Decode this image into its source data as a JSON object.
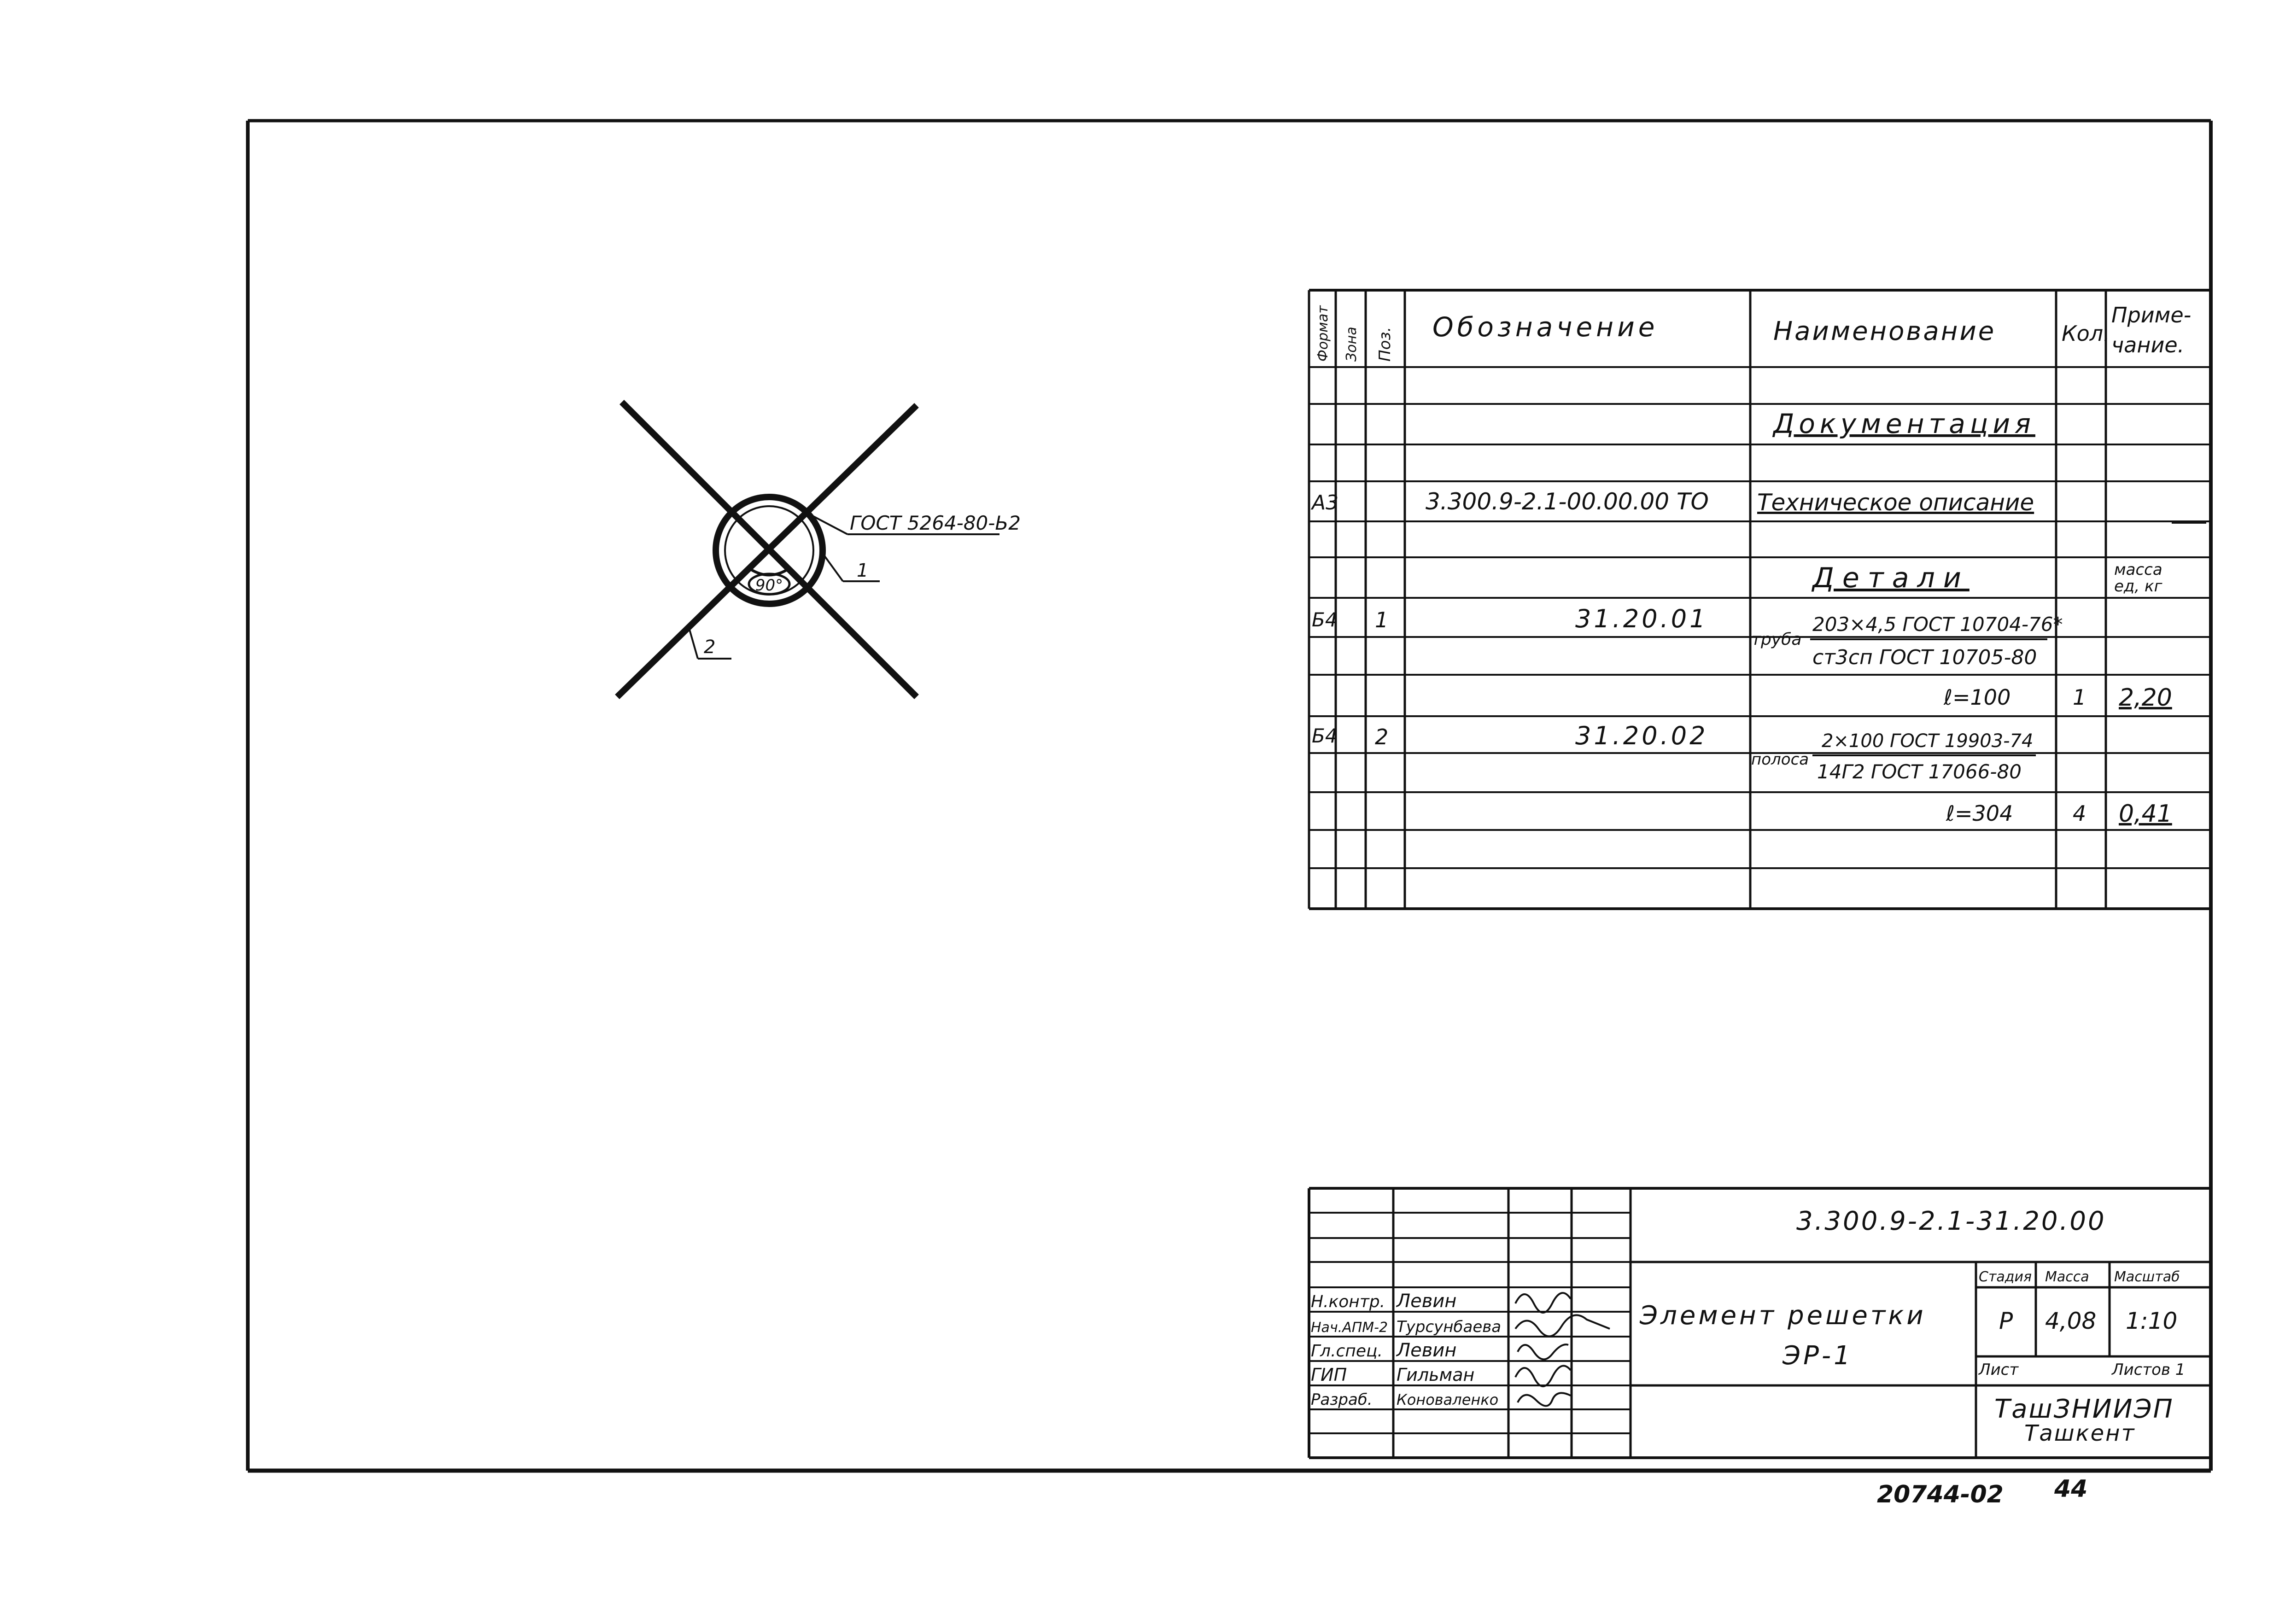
{
  "drawing": {
    "gost_callout": "ГОСТ 5264-80-Ь2",
    "angle": "90°",
    "part_callout_1": "1",
    "part_callout_2": "2"
  },
  "spec": {
    "headers": {
      "format": "Формат",
      "zone": "Зона",
      "pos": "Поз.",
      "designation": "Обозначение",
      "name": "Наименование",
      "qty": "Кол.",
      "note_line1": "Приме-",
      "note_line2": "чание."
    },
    "section_documentation": "Документация",
    "doc_row": {
      "format": "А3",
      "designation": "3.300.9-2.1-00.00.00 ТО",
      "name": "Техническое описание"
    },
    "section_details": "Детали",
    "mass_note_line1": "масса",
    "mass_note_line2": "ед, кг",
    "items": [
      {
        "format": "Б4",
        "pos": "1",
        "designation": "31.20.01",
        "prefix": "труба",
        "line1": "203×4,5 ГОСТ 10704-76*",
        "line2": "ст3сп ГОСТ 10705-80",
        "length": "ℓ=100",
        "qty": "1",
        "note": "2,20"
      },
      {
        "format": "Б4",
        "pos": "2",
        "designation": "31.20.02",
        "prefix": "полоса",
        "line1": "2×100 ГОСТ 19903-74",
        "line2": "14Г2 ГОСТ 17066-80",
        "length": "ℓ=304",
        "qty": "4",
        "note": "0,41"
      }
    ]
  },
  "title_block": {
    "doc_code": "3.300.9-2.1-31.20.00",
    "title_line1": "Элемент решетки",
    "title_line2": "ЭР-1",
    "stage_label": "Стадия",
    "mass_label": "Масса",
    "scale_label": "Масштаб",
    "stage": "Р",
    "mass": "4,08",
    "scale": "1:10",
    "sheet_label": "Лист",
    "sheets_label": "Листов 1",
    "org_line1": "ТашЗНИИЭП",
    "org_line2": "Ташкент",
    "signatures": [
      {
        "role": "Н.контр.",
        "name": "Левин"
      },
      {
        "role": "Нач.АПМ-2",
        "name": "Турсунбаева"
      },
      {
        "role": "Гл.спец.",
        "name": "Левин"
      },
      {
        "role": "ГИП",
        "name": "Гильман"
      },
      {
        "role": "Разраб.",
        "name": "Коноваленко"
      }
    ]
  },
  "footer": {
    "archive_number": "20744-02",
    "page_number": "44"
  }
}
